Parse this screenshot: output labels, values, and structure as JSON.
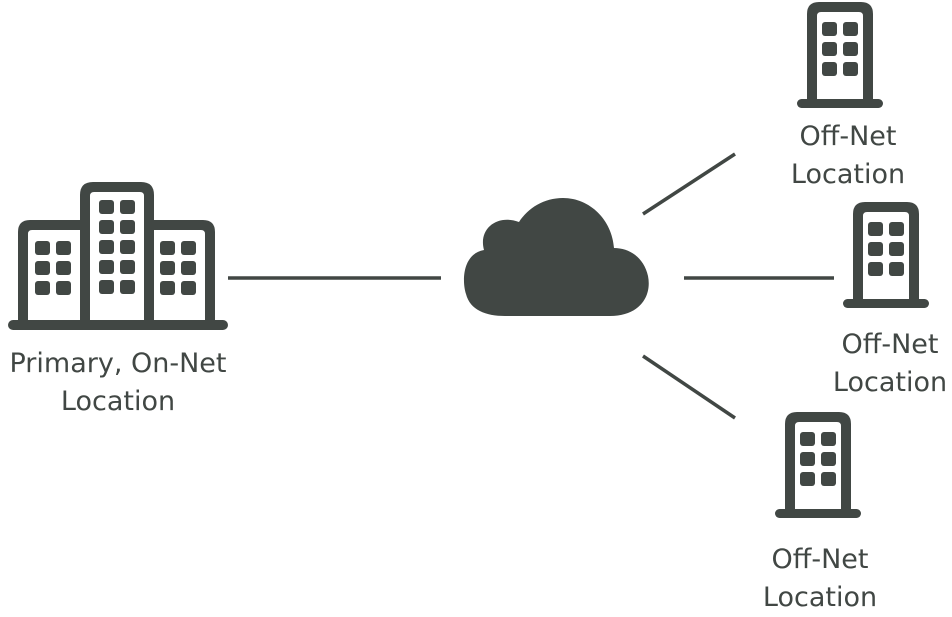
{
  "colors": {
    "ink": "#414744",
    "background": "#ffffff"
  },
  "primary": {
    "icon": "office-buildings-icon",
    "label_line1": "Primary, On-Net",
    "label_line2": "Location"
  },
  "cloud": {
    "icon": "cloud-icon"
  },
  "offnet": [
    {
      "icon": "building-icon",
      "label_line1": "Off-Net",
      "label_line2": "Location"
    },
    {
      "icon": "building-icon",
      "label_line1": "Off-Net",
      "label_line2": "Location"
    },
    {
      "icon": "building-icon",
      "label_line1": "Off-Net",
      "label_line2": "Location"
    }
  ]
}
